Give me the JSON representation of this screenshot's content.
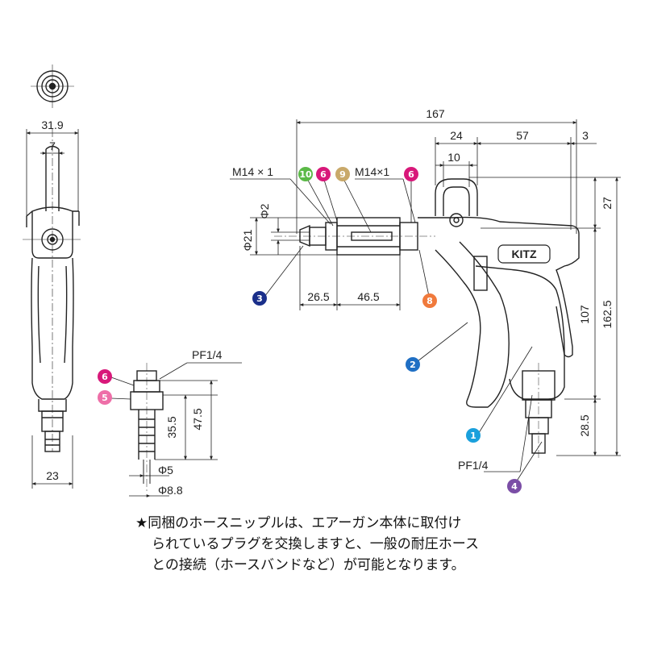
{
  "dimensions": {
    "top_width": "31.9",
    "nozzle_width": "7",
    "bottom_width": "23",
    "overall_length": "167",
    "d24": "24",
    "d57": "57",
    "d3": "3",
    "d10": "10",
    "d27": "27",
    "d107": "107",
    "d162_5": "162.5",
    "d28_5": "28.5",
    "d26_5": "26.5",
    "d46_5": "46.5",
    "phi2": "Φ2",
    "phi21": "Φ21",
    "thread_left": "M14 × 1",
    "thread_right": "M14×1",
    "pf_nipple": "PF1/4",
    "pf_gun": "PF1/4",
    "nipple_35_5": "35.5",
    "nipple_47_5": "47.5",
    "phi5": "Φ5",
    "phi8_8": "Φ8.8"
  },
  "brand": "KITZ",
  "callouts": [
    {
      "id": "c1",
      "label": "1",
      "color": "#1aa0dc"
    },
    {
      "id": "c2",
      "label": "2",
      "color": "#1f6fc4"
    },
    {
      "id": "c3",
      "label": "3",
      "color": "#1a2f8a"
    },
    {
      "id": "c4",
      "label": "4",
      "color": "#7b4ea6"
    },
    {
      "id": "c5",
      "label": "5",
      "color": "#ee6fa8"
    },
    {
      "id": "c6",
      "label": "6",
      "color": "#d8187a"
    },
    {
      "id": "c8",
      "label": "8",
      "color": "#f07a3c"
    },
    {
      "id": "c9",
      "label": "9",
      "color": "#c9a96a"
    },
    {
      "id": "c10",
      "label": "10",
      "color": "#5bb947"
    }
  ],
  "note": {
    "line1": "★同梱のホースニップルは、エアーガン本体に取付け",
    "line2": "られているプラグを交換しますと、一般の耐圧ホース",
    "line3": "との接続（ホースバンドなど）が可能となります。"
  }
}
